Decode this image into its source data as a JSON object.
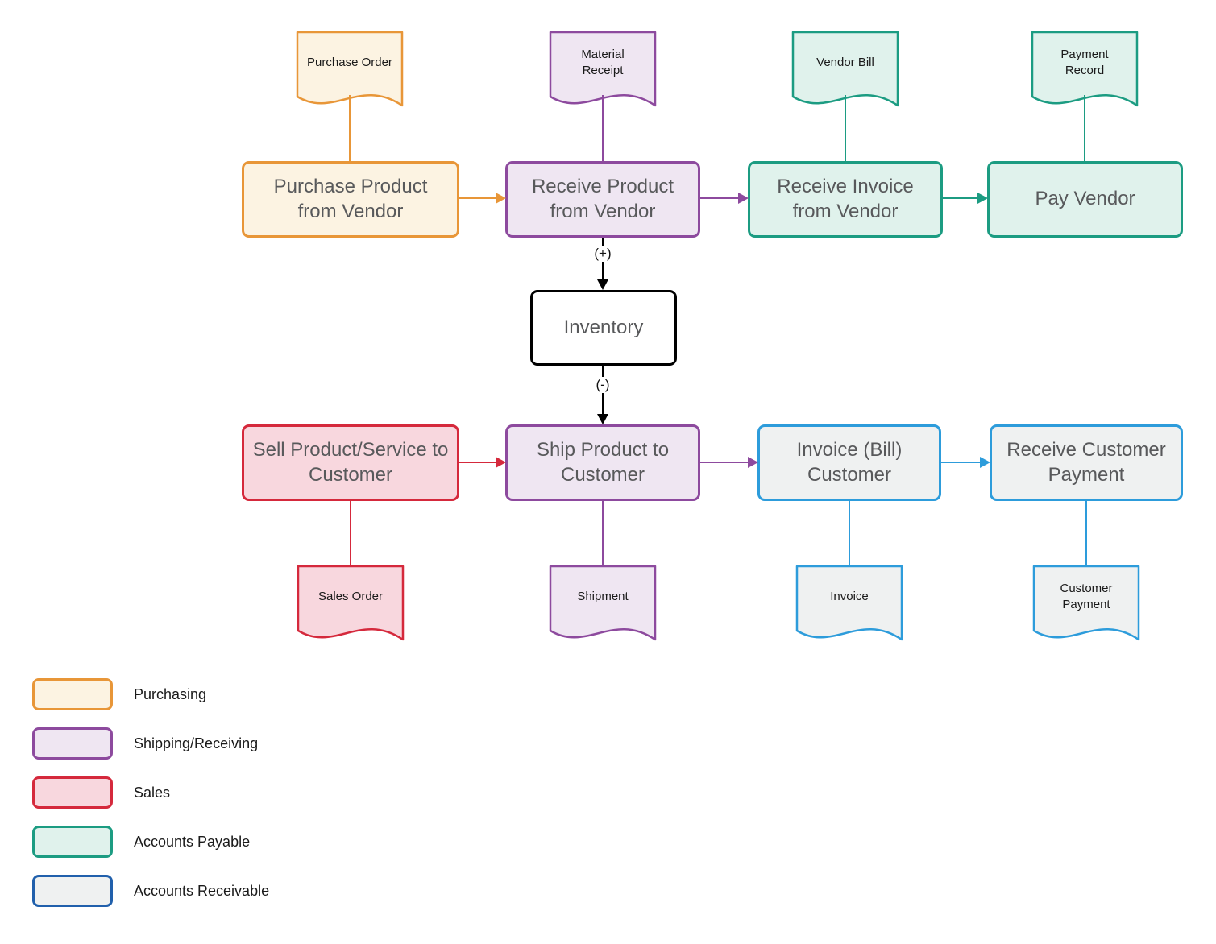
{
  "categories": {
    "purchasing": {
      "label": "Purchasing",
      "stroke": "#E89638",
      "fill": "#FCF3E2"
    },
    "shipping_receiving": {
      "label": "Shipping/Receiving",
      "stroke": "#8D4A9E",
      "fill": "#EFE6F2"
    },
    "sales": {
      "label": "Sales",
      "stroke": "#D5293C",
      "fill": "#F8D7DE"
    },
    "accounts_payable": {
      "label": "Accounts Payable",
      "stroke": "#1C9C82",
      "fill": "#E0F2EC"
    },
    "accounts_receivable": {
      "label": "Accounts Receivable",
      "stroke": "#2D9CDB",
      "fill": "#EFF1F1",
      "legend_stroke": "#2160AC"
    }
  },
  "nodes": {
    "purchase_product": {
      "label": "Purchase Product from Vendor"
    },
    "receive_product": {
      "label": "Receive Product from Vendor"
    },
    "receive_invoice": {
      "label": "Receive Invoice from Vendor"
    },
    "pay_vendor": {
      "label": "Pay Vendor"
    },
    "inventory": {
      "label": "Inventory",
      "stroke": "#000000",
      "fill": "#FFFFFF"
    },
    "sell_product": {
      "label": "Sell Product/Service to Customer"
    },
    "ship_product": {
      "label": "Ship Product to Customer"
    },
    "invoice_customer": {
      "label": "Invoice (Bill) Customer"
    },
    "receive_customer_payment": {
      "label": "Receive Customer Payment"
    }
  },
  "documents": {
    "purchase_order": {
      "label": "Purchase Order"
    },
    "material_receipt": {
      "label": "Material Receipt"
    },
    "vendor_bill": {
      "label": "Vendor Bill"
    },
    "payment_record": {
      "label": "Payment Record"
    },
    "sales_order": {
      "label": "Sales Order"
    },
    "shipment": {
      "label": "Shipment"
    },
    "invoice": {
      "label": "Invoice"
    },
    "customer_payment": {
      "label": "Customer Payment"
    }
  },
  "flow_labels": {
    "inventory_in": "(+)",
    "inventory_out": "(-)"
  },
  "connector_black": "#000000"
}
